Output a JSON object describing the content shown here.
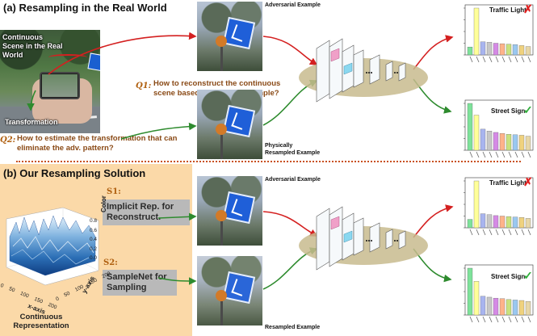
{
  "section_a": {
    "title": "(a) Resampling in the Real World",
    "scene_label": "Continuous Scene in the Real World",
    "transformation_label": "Transformation",
    "q1_tag": "Q1:",
    "q1_text": "How to reconstruct the continuous scene based on the adv. example?",
    "q2_tag": "Q2:",
    "q2_text": "How to estimate the transformation that can eliminate the adv. pattern?",
    "top_image_label": "Adversarial Example",
    "bottom_image_label": "Physically Resampled Example",
    "top_result": {
      "label": "Traffic Light",
      "mark": "✗"
    },
    "bottom_result": {
      "label": "Street Sign",
      "mark": "✓"
    }
  },
  "section_b": {
    "title": "(b) Our Resampling Solution",
    "s1_tag": "S1:",
    "s1_text": "Implicit Rep. for Reconstruct.",
    "s2_tag": "S2:",
    "s2_text": "SampleNet for Sampling",
    "surface_caption": "Continuous Representation",
    "surface_xlabel": "x-axis",
    "surface_ylabel": "y-axis",
    "surface_zlabel": "Color",
    "surface_xticks": [
      "0",
      "50",
      "100",
      "150",
      "200"
    ],
    "surface_yticks": [
      "0",
      "50",
      "100",
      "150",
      "200"
    ],
    "surface_zticks": [
      "0.0",
      "0.2",
      "0.4",
      "0.6",
      "0.8"
    ],
    "top_image_label": "Adversarial Example",
    "bottom_image_label": "Resampled Example",
    "top_result": {
      "label": "Traffic Light",
      "mark": "✗"
    },
    "bottom_result": {
      "label": "Street Sign",
      "mark": "✓"
    }
  },
  "colors": {
    "red_arrow": "#d42020",
    "green_arrow": "#2e8b2e",
    "q_text": "#8a4a16",
    "section_b_bg": "#fbd9a8",
    "cross": "#e02020",
    "check": "#2fae3a"
  },
  "chart_data": [
    {
      "type": "bar",
      "title": "",
      "values": [
        0.17,
        1.0,
        0.28,
        0.27,
        0.25,
        0.24,
        0.23,
        0.22,
        0.2,
        0.18
      ],
      "bar_colors": [
        "#7ee29a",
        "#ffff99",
        "#a8b4ef",
        "#c7c7c7",
        "#d58ae5",
        "#ffb38a",
        "#c9e27e",
        "#9ac8f0",
        "#f0d27e",
        "#e7d7a8"
      ]
    },
    {
      "type": "bar",
      "title": "",
      "values": [
        1.0,
        0.75,
        0.45,
        0.41,
        0.38,
        0.36,
        0.34,
        0.33,
        0.32,
        0.3
      ],
      "bar_colors": [
        "#7ee29a",
        "#ffff99",
        "#a8b4ef",
        "#c7c7c7",
        "#d58ae5",
        "#ffb38a",
        "#c9e27e",
        "#9ac8f0",
        "#f0d27e",
        "#e7d7a8"
      ]
    },
    {
      "type": "bar",
      "title": "",
      "values": [
        0.18,
        1.0,
        0.3,
        0.28,
        0.26,
        0.25,
        0.24,
        0.23,
        0.22,
        0.2
      ],
      "bar_colors": [
        "#7ee29a",
        "#ffff99",
        "#a8b4ef",
        "#c7c7c7",
        "#d58ae5",
        "#ffb38a",
        "#c9e27e",
        "#9ac8f0",
        "#f0d27e",
        "#e7d7a8"
      ]
    },
    {
      "type": "bar",
      "title": "",
      "values": [
        1.0,
        0.72,
        0.4,
        0.38,
        0.36,
        0.35,
        0.33,
        0.32,
        0.31,
        0.29
      ],
      "bar_colors": [
        "#7ee29a",
        "#ffff99",
        "#a8b4ef",
        "#c7c7c7",
        "#d58ae5",
        "#ffb38a",
        "#c9e27e",
        "#9ac8f0",
        "#f0d27e",
        "#e7d7a8"
      ]
    }
  ]
}
